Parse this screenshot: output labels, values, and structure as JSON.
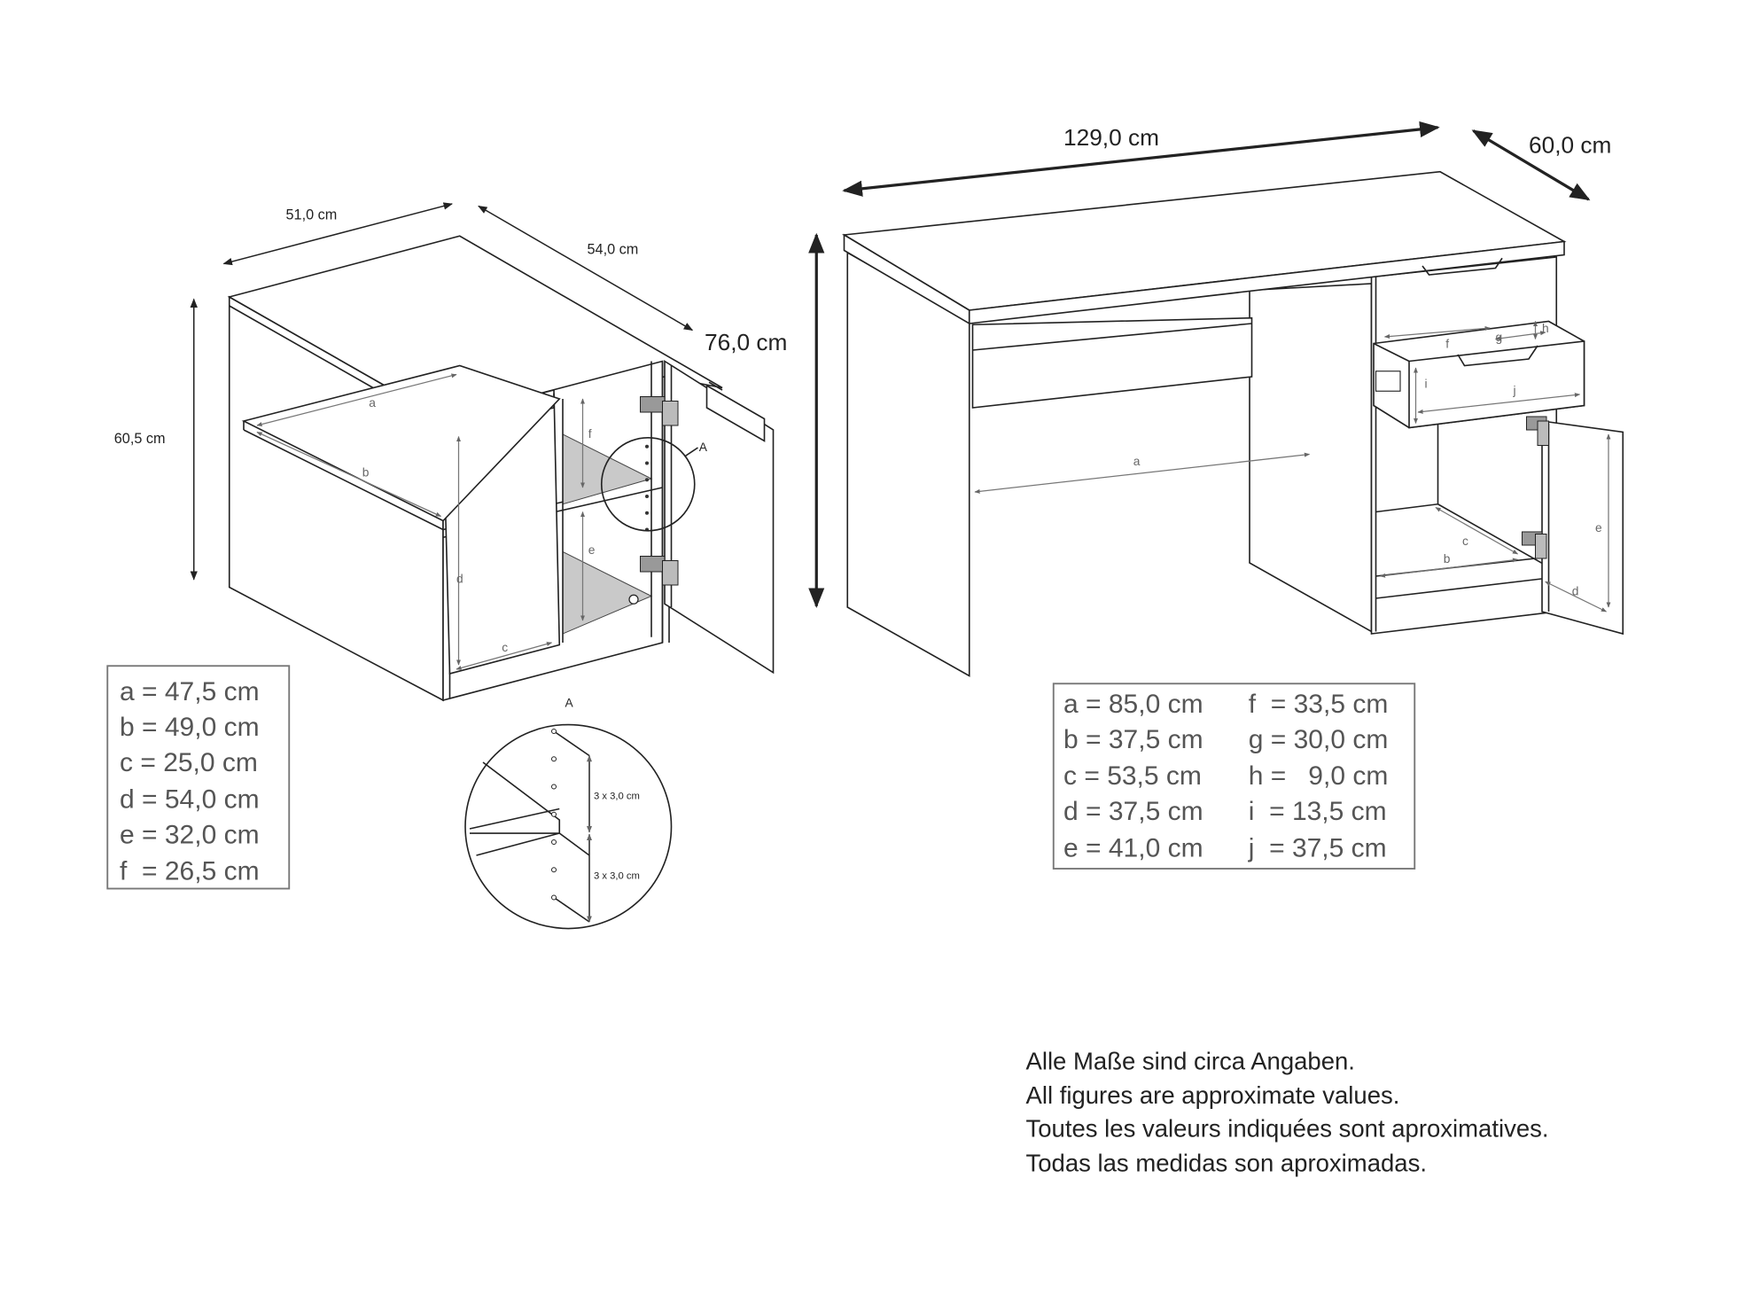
{
  "cabinet": {
    "width_label": "51,0 cm",
    "depth_label": "54,0 cm",
    "height_label": "60,5 cm",
    "part_letters": [
      "a",
      "b",
      "c",
      "d",
      "e",
      "f"
    ],
    "detail_marker": "A",
    "detail": {
      "title": "A",
      "spacing_labels": [
        "3 x 3,0 cm",
        "3 x 3,0 cm"
      ]
    },
    "table": [
      "a = 47,5 cm",
      "b = 49,0 cm",
      "c = 25,0 cm",
      "d = 54,0 cm",
      "e = 32,0 cm",
      "f  = 26,5 cm"
    ]
  },
  "desk": {
    "width_label": "129,0 cm",
    "depth_label": "60,0 cm",
    "height_label": "76,0 cm",
    "part_letters": [
      "a",
      "b",
      "c",
      "d",
      "e",
      "f",
      "g",
      "h",
      "i",
      "j"
    ],
    "table_left": [
      "a = 85,0 cm",
      "b = 37,5 cm",
      "c = 53,5 cm",
      "d = 37,5 cm",
      "e = 41,0 cm"
    ],
    "table_right": [
      "f  = 33,5 cm",
      "g = 30,0 cm",
      "h =   9,0 cm",
      "i  = 13,5 cm",
      "j  = 37,5 cm"
    ]
  },
  "notes": [
    "Alle Maße sind circa Angaben.",
    "All figures are approximate values.",
    "Toutes les valeurs indiquées sont aproximatives.",
    "Todas las medidas son aproximadas."
  ]
}
